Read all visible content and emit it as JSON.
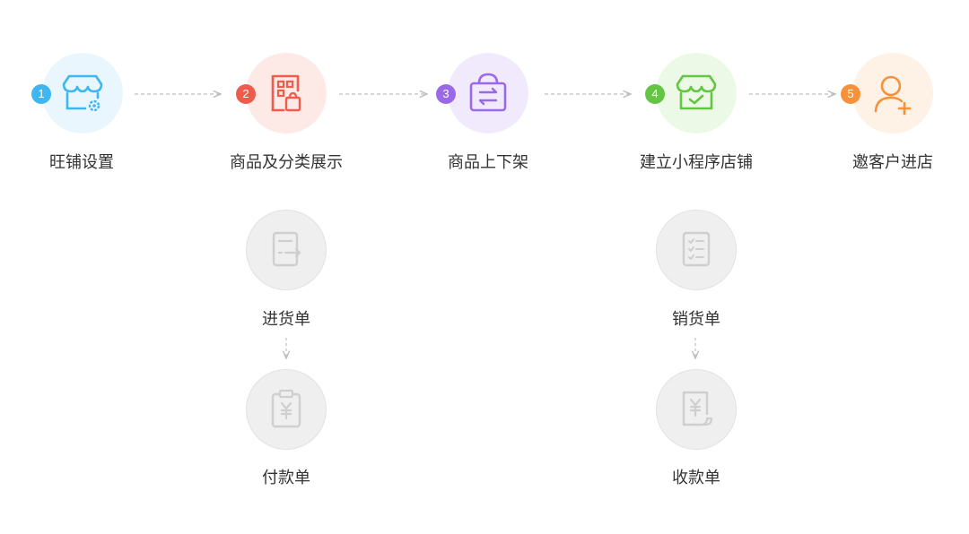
{
  "steps": [
    {
      "num": "1",
      "label": "旺铺设置",
      "icon": "storefront-settings-icon",
      "color": "#3fb6f2",
      "bg": "#e9f6fd"
    },
    {
      "num": "2",
      "label": "商品及分类展示",
      "icon": "product-category-icon",
      "color": "#ef5c4c",
      "bg": "#fde9e6"
    },
    {
      "num": "3",
      "label": "商品上下架",
      "icon": "product-shelf-bag-icon",
      "color": "#9a69e7",
      "bg": "#f1eafd"
    },
    {
      "num": "4",
      "label": "建立小程序店铺",
      "icon": "mini-program-store-icon",
      "color": "#63c543",
      "bg": "#edf9e7"
    },
    {
      "num": "5",
      "label": "邀客户进店",
      "icon": "invite-customer-icon",
      "color": "#f7923a",
      "bg": "#fef1e5"
    }
  ],
  "sub_steps": [
    {
      "label": "进货单",
      "icon": "purchase-order-icon"
    },
    {
      "label": "付款单",
      "icon": "payment-voucher-icon"
    },
    {
      "label": "销货单",
      "icon": "sales-order-icon"
    },
    {
      "label": "收款单",
      "icon": "receipt-voucher-icon"
    }
  ],
  "colors": {
    "inactive_bg": "#efefef",
    "inactive_border": "#e2e2e2",
    "inactive_icon": "#cfcfcf",
    "connector": "#bdbdbd",
    "label_text": "#333333"
  }
}
